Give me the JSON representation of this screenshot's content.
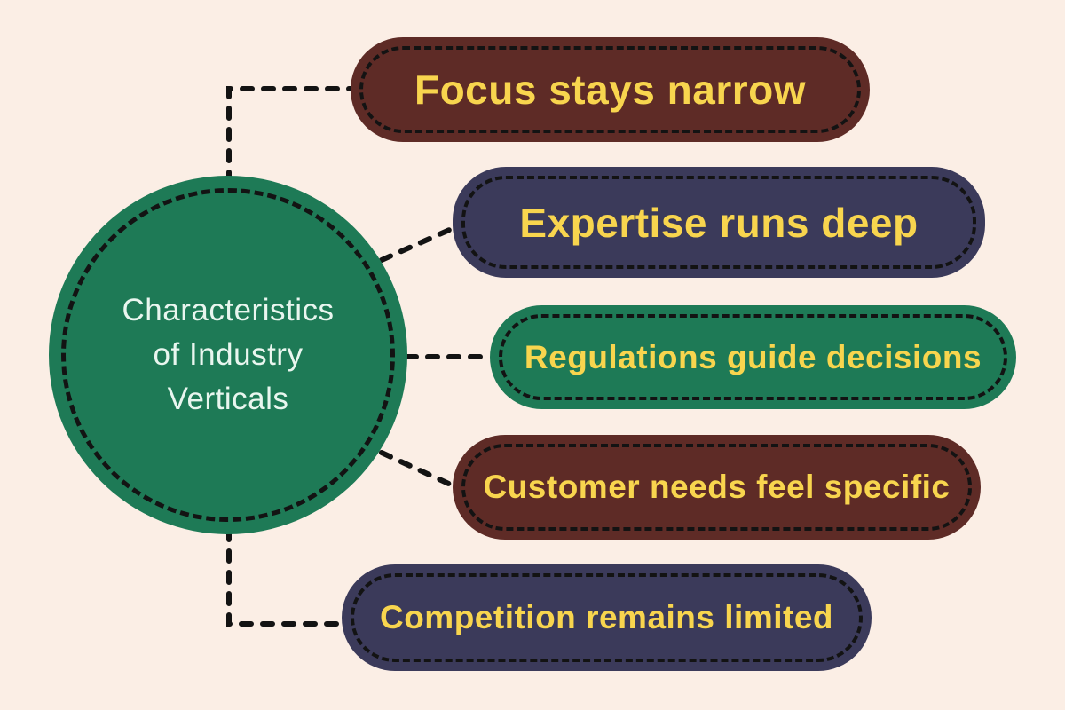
{
  "diagram": {
    "type": "mind-map",
    "center": {
      "text": "Characteristics of Industry Verticals",
      "lines": [
        "Characteristics",
        "of Industry",
        "Verticals"
      ],
      "shape": "circle",
      "fill": "#1E7A56",
      "text_color": "#E9F6EF",
      "border_style": "dashed-inset"
    },
    "items": [
      {
        "label": "Focus stays narrow",
        "fill": "#5E2B26",
        "text_color": "#F8D54E"
      },
      {
        "label": "Expertise runs deep",
        "fill": "#3B3A5A",
        "text_color": "#F8D54E"
      },
      {
        "label": "Regulations guide decisions",
        "fill": "#1E7A56",
        "text_color": "#F8D54E"
      },
      {
        "label": "Customer needs feel specific",
        "fill": "#5E2B26",
        "text_color": "#F8D54E"
      },
      {
        "label": "Competition remains limited",
        "fill": "#3B3A5A",
        "text_color": "#F8D54E"
      }
    ],
    "colors": {
      "background": "#FBEEE5",
      "connector": "#131313",
      "accent_yellow": "#F8D54E",
      "maroon": "#5E2B26",
      "navy": "#3B3A5A",
      "green": "#1E7A56"
    },
    "connector_style": "black dashed lines, elbow and diagonal"
  }
}
